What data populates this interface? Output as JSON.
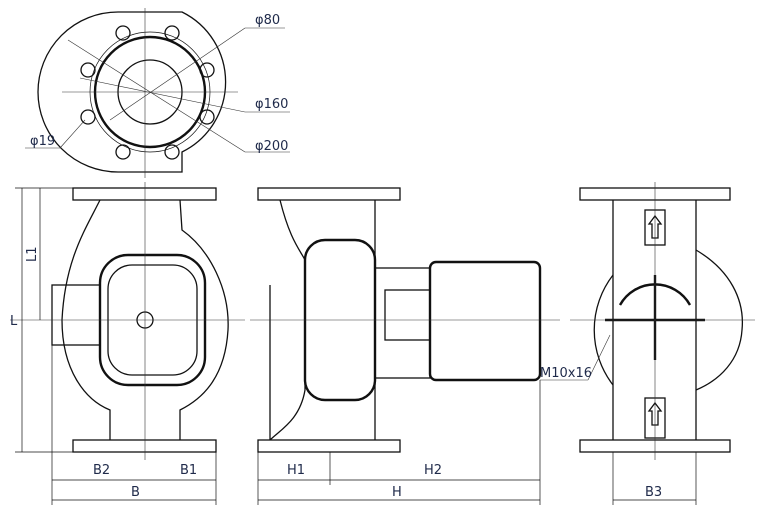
{
  "title": "Pump dimension drawing",
  "flange_view": {
    "labels": {
      "d80": "φ80",
      "d160": "φ160",
      "d200": "φ200",
      "d19": "φ19"
    }
  },
  "front_view": {
    "labels": {
      "L": "L",
      "L1": "L1",
      "B2": "B2",
      "B1": "B1",
      "B": "B"
    }
  },
  "side_view": {
    "labels": {
      "H1": "H1",
      "H2": "H2",
      "H": "H"
    }
  },
  "rear_view": {
    "labels": {
      "B3": "B3",
      "thread": "M10x16"
    }
  }
}
